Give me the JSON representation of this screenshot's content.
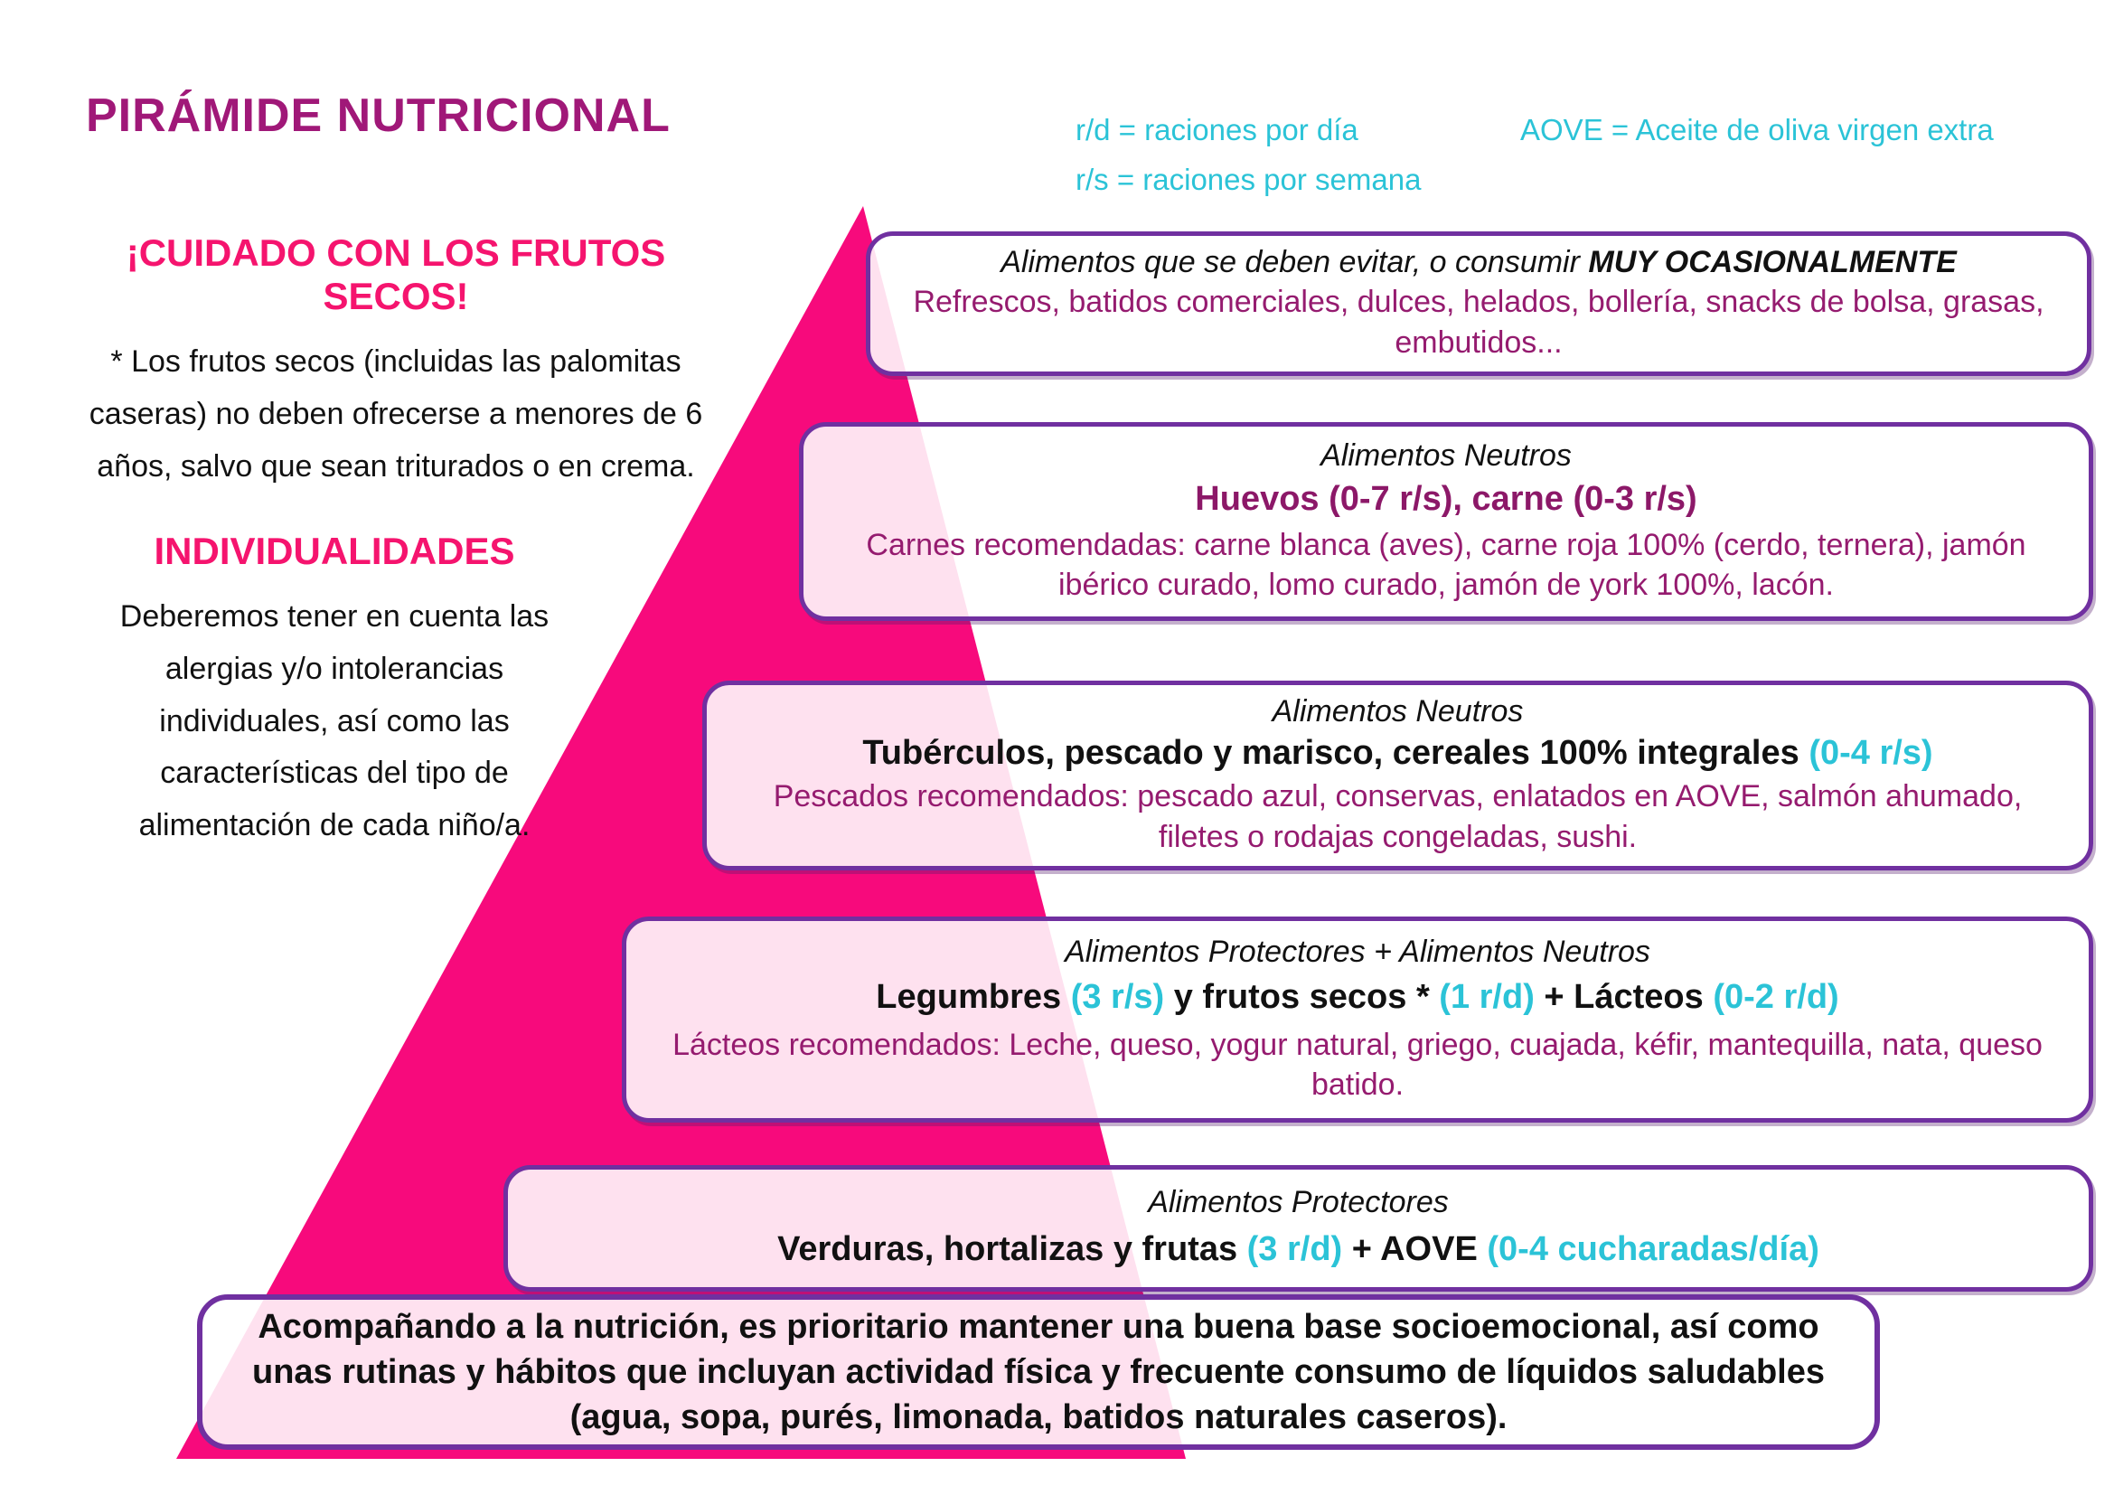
{
  "title": "PIRÁMIDE NUTRICIONAL",
  "legend": {
    "rd": "r/d = raciones por día",
    "rs": "r/s = raciones por semana",
    "aove": "AOVE = Aceite de oliva virgen extra"
  },
  "sidebar": {
    "warning_heading": "¡CUIDADO CON LOS FRUTOS SECOS!",
    "warning_body": "* Los frutos secos (incluidas las palomitas caseras) no deben ofrecerse a menores de 6 años, salvo que sean triturados o en crema.",
    "individual_heading": "INDIVIDUALIDADES",
    "individual_body": "Deberemos tener en cuenta las alergias y/o intolerancias individuales, así como las características del tipo de alimentación de cada niño/a."
  },
  "pyramid": {
    "levels": [
      {
        "title_prefix": "Alimentos que se deben evitar, o consumir ",
        "title_emphasis": "MUY OCASIONALMENTE",
        "body": "Refrescos, batidos comerciales, dulces, helados, bollería, snacks de bolsa, grasas, embutidos..."
      },
      {
        "title": "Alimentos Neutros",
        "highlight_purple": "Huevos (0-7 r/s), carne (0-3 r/s)",
        "body": "Carnes recomendadas: carne blanca (aves), carne roja 100% (cerdo, ternera), jamón ibérico curado, lomo curado, jamón de york 100%, lacón."
      },
      {
        "title": "Alimentos Neutros",
        "highlight_black": "Tubérculos, pescado y marisco, cereales 100% integrales ",
        "highlight_cyan": "(0-4 r/s)",
        "body": "Pescados recomendados: pescado azul, conservas, enlatados en AOVE, salmón ahumado, filetes o rodajas congeladas, sushi."
      },
      {
        "title": "Alimentos Protectores + Alimentos Neutros",
        "seg_black1": "Legumbres ",
        "seg_cyan1": "(3 r/s)",
        "seg_black2": " y frutos secos * ",
        "seg_cyan2": "(1 r/d)",
        "seg_black3": " + Lácteos ",
        "seg_cyan3": "(0-2 r/d)",
        "body": "Lácteos recomendados: Leche, queso, yogur natural, griego, cuajada, kéfir, mantequilla, nata, queso batido."
      },
      {
        "title": "Alimentos Protectores",
        "seg_black1": "Verduras, hortalizas y frutas ",
        "seg_cyan1": "(3 r/d)",
        "seg_black2": " + AOVE ",
        "seg_cyan2": "(0-4 cucharadas/día)"
      }
    ]
  },
  "footer": {
    "text": "Acompañando a la nutrición, es prioritario mantener una buena base socioemocional, así como unas rutinas y hábitos que incluyan actividad física y frecuente consumo de líquidos saludables (agua, sopa, purés, limonada, batidos naturales caseros)."
  },
  "colors": {
    "pyramid_pink": "#F70A7C",
    "box_border_purple": "#7030A0",
    "title_magenta": "#A01878",
    "heading_pink": "#F5146E",
    "body_purple": "#951B6F",
    "accent_cyan": "#2BC3D7",
    "text_black": "#111111"
  }
}
